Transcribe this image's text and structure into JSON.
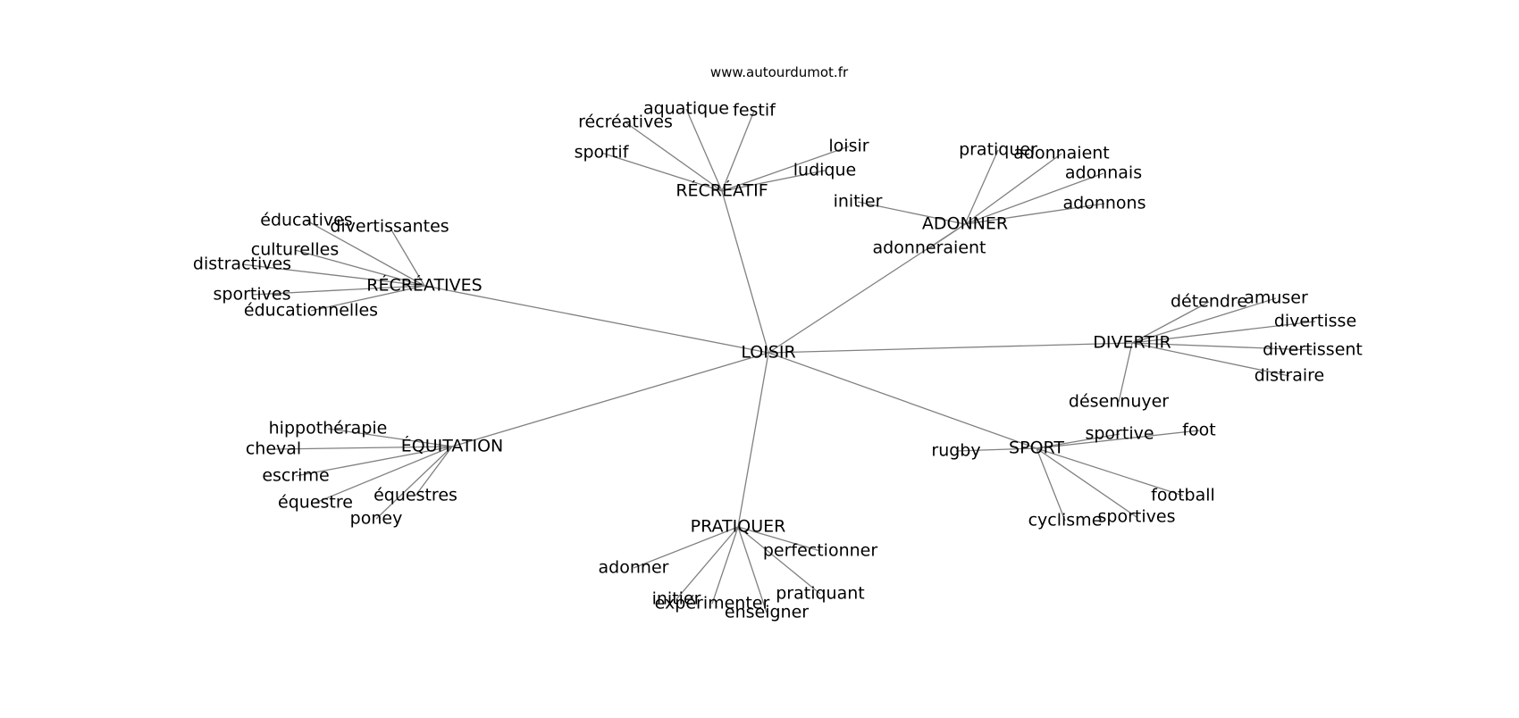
{
  "watermark": "www.autourdumot.fr",
  "colors": {
    "edge": "#808080",
    "text": "#000000",
    "background": "#ffffff"
  },
  "graph": {
    "root": "LOISIR",
    "clusters": [
      {
        "word": "RÉCRÉATIF",
        "children": [
          "aquatique",
          "festif",
          "récréatives",
          "sportif",
          "loisir",
          "ludique"
        ]
      },
      {
        "word": "ADONNER",
        "children": [
          "pratiquer",
          "adonnaient",
          "adonnais",
          "initier",
          "adonnons",
          "adonneraient"
        ]
      },
      {
        "word": "RÉCRÉATIVES",
        "children": [
          "éducatives",
          "divertissantes",
          "culturelles",
          "distractives",
          "sportives",
          "éducationnelles"
        ]
      },
      {
        "word": "DIVERTIR",
        "children": [
          "détendre",
          "amuser",
          "divertisse",
          "divertissent",
          "distraire",
          "désennuyer"
        ]
      },
      {
        "word": "ÉQUITATION",
        "children": [
          "hippothérapie",
          "cheval",
          "escrime",
          "équestres",
          "équestre",
          "poney"
        ]
      },
      {
        "word": "SPORT",
        "children": [
          "rugby",
          "sportive",
          "foot",
          "football",
          "cyclisme",
          "sportives"
        ]
      },
      {
        "word": "PRATIQUER",
        "children": [
          "perfectionner",
          "adonner",
          "pratiquant",
          "initier",
          "expérimenter",
          "enseigner"
        ]
      }
    ]
  }
}
